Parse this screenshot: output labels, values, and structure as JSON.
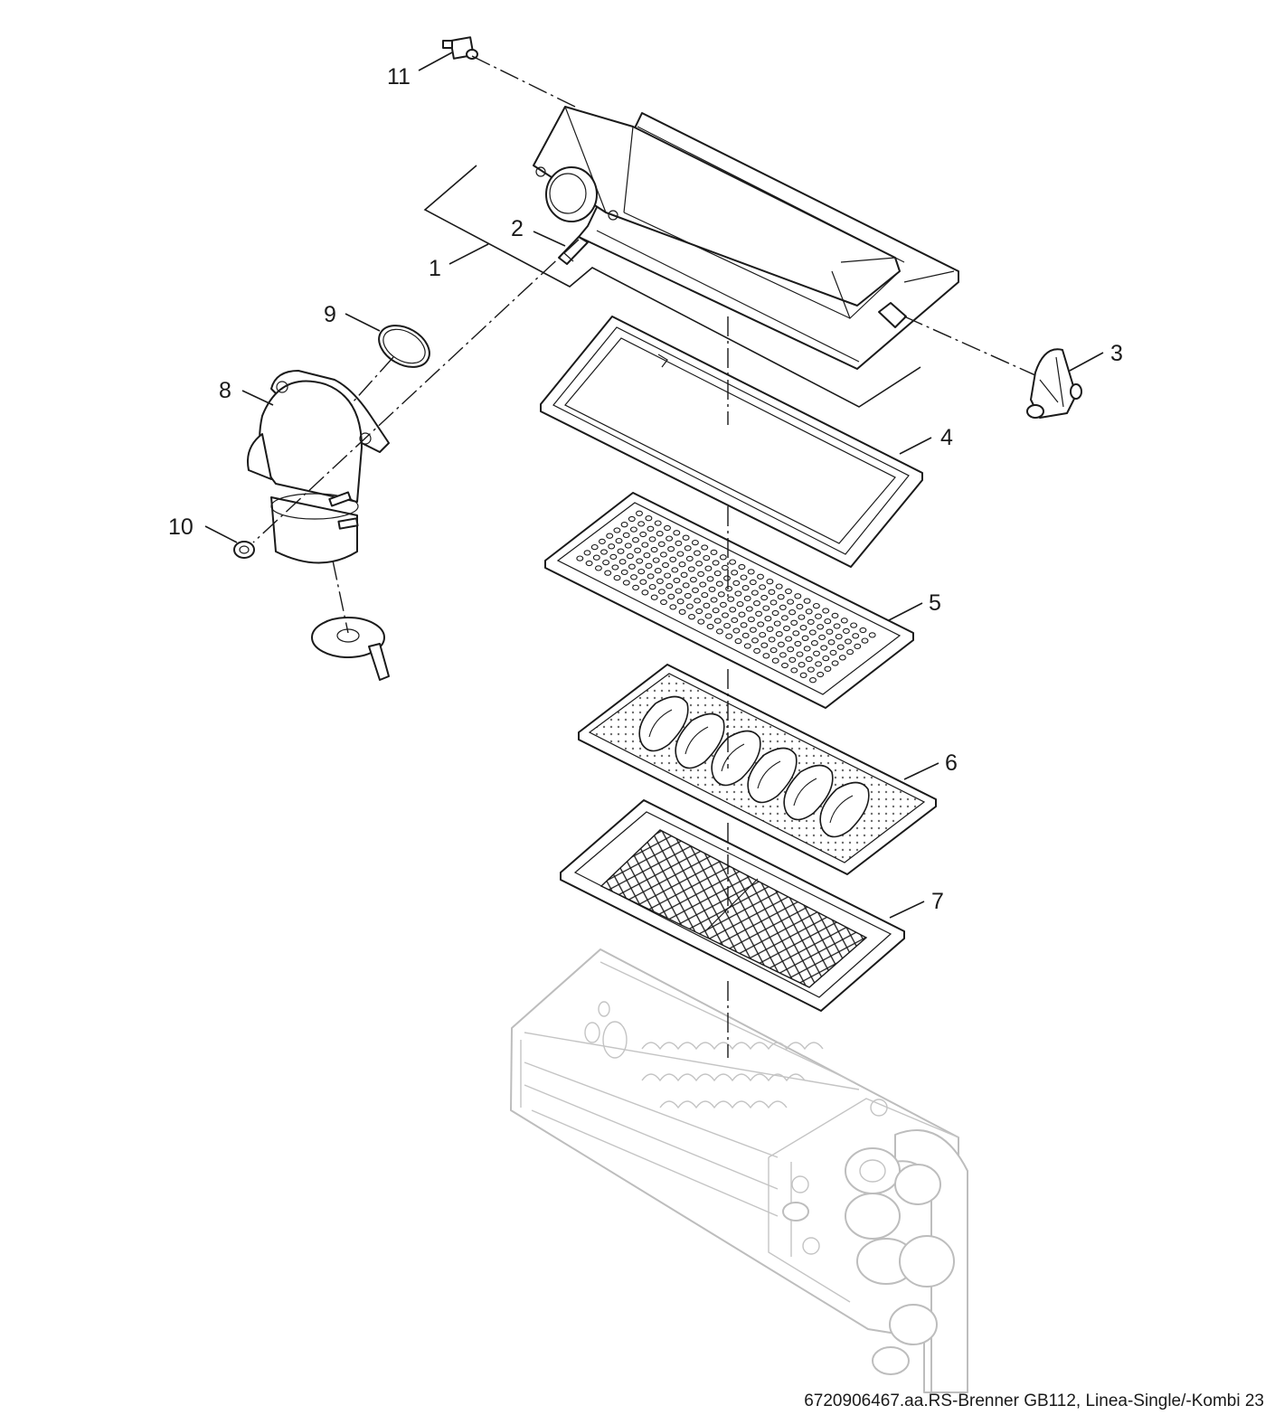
{
  "callouts": [
    {
      "id": "1",
      "label": "1"
    },
    {
      "id": "2",
      "label": "2"
    },
    {
      "id": "3",
      "label": "3"
    },
    {
      "id": "4",
      "label": "4"
    },
    {
      "id": "5",
      "label": "5"
    },
    {
      "id": "6",
      "label": "6"
    },
    {
      "id": "7",
      "label": "7"
    },
    {
      "id": "8",
      "label": "8"
    },
    {
      "id": "9",
      "label": "9"
    },
    {
      "id": "10",
      "label": "10"
    },
    {
      "id": "11",
      "label": "11"
    }
  ],
  "caption": "6720906467.aa.RS-Brenner GB112, Linea-Single/-Kombi 23",
  "colors": {
    "ink": "#1a1a1a",
    "ghost": "#bdbdbd",
    "background": "#ffffff"
  }
}
